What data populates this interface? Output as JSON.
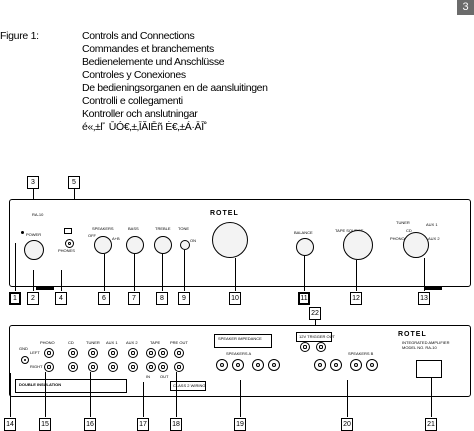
{
  "page_number": "3",
  "figure_label": "Figure 1:",
  "captions": [
    "Controls and Connections",
    "Commandes et branchements",
    "Bedienelemente und Anschlüsse",
    "Controles y Conexiones",
    "De bedieningsorganen en de aansluitingen",
    "Controlli e collegamenti",
    "Kontroller och anslutningar",
    "é«‚±ľ˙ ŪÓ€‚±‚ĪĂIĒñ Ė€‚±Á·ĀĪ˚"
  ],
  "front_panel": {
    "model": "RA-10",
    "brand": "ROTEL",
    "labels": {
      "power": "POWER",
      "phones": "PHONES",
      "speakers": "SPEAKERS",
      "speakers_off": "OFF",
      "speakers_a": "A",
      "speakers_b": "B",
      "speakers_ab": "A+B",
      "bass": "BASS",
      "treble": "TREBLE",
      "tone": "TONE",
      "tone_on": "ON",
      "tone_off": "OFF",
      "balance": "BALANCE",
      "tape_source": "TAPE SOURCE",
      "tuner": "TUNER",
      "cd": "CD",
      "aux1": "AUX 1",
      "phono": "PHONO",
      "aux2": "AUX 2"
    }
  },
  "rear_panel": {
    "brand": "ROTEL",
    "labels": {
      "gnd": "GND",
      "phono": "PHONO",
      "cd": "CD",
      "tuner": "TUNER",
      "aux1": "AUX 1",
      "aux2": "AUX 2",
      "tape": "TAPE",
      "pre_out": "PRE OUT",
      "in": "IN",
      "out": "OUT",
      "left": "LEFT",
      "right": "RIGHT",
      "speaker_impedance": "SPEAKER IMPEDANCE",
      "speakers_a": "SPEAKERS A",
      "speakers_b": "SPEAKERS B",
      "trigger": "12V TRIGGER OUT",
      "double_insulation": "DOUBLE INSULATION",
      "class2": "CLASS 2 WIRING",
      "integrated": "INTEGRATED AMPLIFIER",
      "model": "MODEL NO. RA-10"
    }
  },
  "callouts_front": [
    {
      "num": "3"
    },
    {
      "num": "5"
    },
    {
      "num": "1"
    },
    {
      "num": "2"
    },
    {
      "num": "4"
    },
    {
      "num": "6"
    },
    {
      "num": "7"
    },
    {
      "num": "8"
    },
    {
      "num": "9"
    },
    {
      "num": "10"
    },
    {
      "num": "11"
    },
    {
      "num": "12"
    },
    {
      "num": "13"
    }
  ],
  "callouts_rear": [
    {
      "num": "22"
    },
    {
      "num": "14"
    },
    {
      "num": "15"
    },
    {
      "num": "16"
    },
    {
      "num": "17"
    },
    {
      "num": "18"
    },
    {
      "num": "19"
    },
    {
      "num": "20"
    },
    {
      "num": "21"
    }
  ]
}
